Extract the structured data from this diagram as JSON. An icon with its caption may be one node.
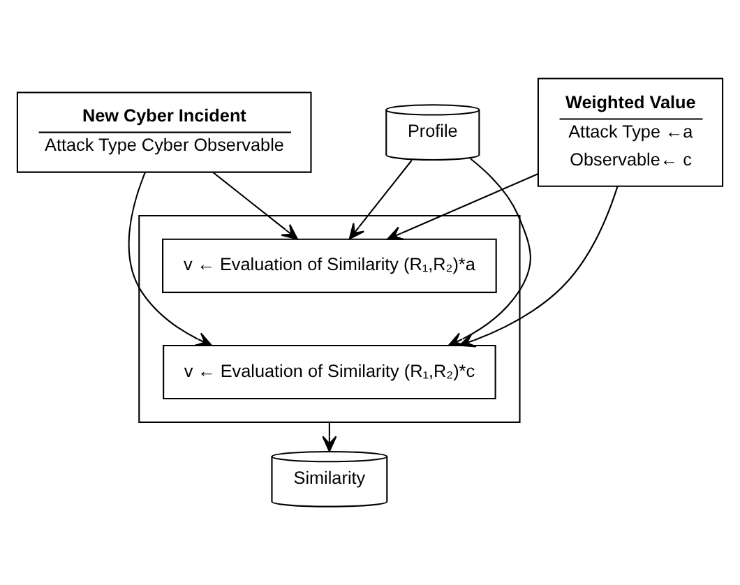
{
  "diagram": {
    "nodes": [
      {
        "text": [
          "New Cyber Incident",
          "Attack Type Cyber Observable"
        ]
      },
      {
        "text": [
          "Profile"
        ]
      },
      {
        "text": [],
        "shape": "box"
      },
      {
        "text": [
          "v ← Evaluation of Similarity (R₁,R₂)*a"
        ],
        "in": 2
      },
      {
        "text": [
          "v ← Evaluation of Similarity (R₁,R₂)*c"
        ],
        "in": 2
      },
      {
        "text": [
          "Weighted Value",
          "Attack Type ←a",
          "Observable← c"
        ]
      },
      {
        "text": [
          "Similarity"
        ]
      }
    ],
    "edges": [
      {
        "from": 0,
        "to": 3,
        "arrow": "to"
      },
      {
        "from": 0,
        "to": 4,
        "arrow": "to"
      },
      {
        "from": 1,
        "to": 3,
        "arrow": "to"
      },
      {
        "from": 1,
        "to": 4,
        "arrow": "to"
      },
      {
        "from": 5,
        "to": 3,
        "arrow": "to"
      },
      {
        "from": 5,
        "to": 4,
        "arrow": "to"
      },
      {
        "from": 2,
        "to": 6,
        "arrow": "to"
      }
    ]
  }
}
